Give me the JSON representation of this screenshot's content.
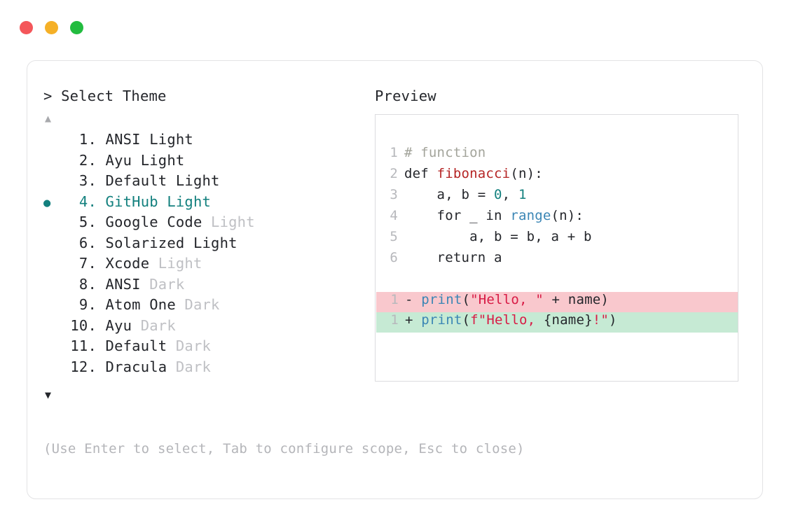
{
  "window": {
    "traffic_lights": [
      {
        "name": "close",
        "color": "#f4565a"
      },
      {
        "name": "minimize",
        "color": "#f5b027"
      },
      {
        "name": "maximize",
        "color": "#22bc3f"
      }
    ]
  },
  "picker": {
    "prompt": "> Select Theme",
    "scroll_up_glyph": "▲",
    "scroll_down_glyph": "▼",
    "selected_index": 4,
    "bullet_glyph": "●",
    "accent_color": "#13807e",
    "items": [
      {
        "num": "1.",
        "name": "ANSI",
        "variant": "Light",
        "variant_dim": false,
        "selected": false
      },
      {
        "num": "2.",
        "name": "Ayu",
        "variant": "Light",
        "variant_dim": false,
        "selected": false
      },
      {
        "num": "3.",
        "name": "Default",
        "variant": "Light",
        "variant_dim": false,
        "selected": false
      },
      {
        "num": "4.",
        "name": "GitHub",
        "variant": "Light",
        "variant_dim": false,
        "selected": true
      },
      {
        "num": "5.",
        "name": "Google Code",
        "variant": "Light",
        "variant_dim": true,
        "selected": false
      },
      {
        "num": "6.",
        "name": "Solarized",
        "variant": "Light",
        "variant_dim": false,
        "selected": false
      },
      {
        "num": "7.",
        "name": "Xcode",
        "variant": "Light",
        "variant_dim": true,
        "selected": false
      },
      {
        "num": "8.",
        "name": "ANSI",
        "variant": "Dark",
        "variant_dim": true,
        "selected": false
      },
      {
        "num": "9.",
        "name": "Atom One",
        "variant": "Dark",
        "variant_dim": true,
        "selected": false
      },
      {
        "num": "10.",
        "name": "Ayu",
        "variant": "Dark",
        "variant_dim": true,
        "selected": false
      },
      {
        "num": "11.",
        "name": "Default",
        "variant": "Dark",
        "variant_dim": true,
        "selected": false
      },
      {
        "num": "12.",
        "name": "Dracula",
        "variant": "Dark",
        "variant_dim": true,
        "selected": false
      }
    ],
    "hint": "(Use Enter to select, Tab to configure scope, Esc to close)"
  },
  "preview": {
    "label": "Preview",
    "code_lines": [
      {
        "num": "1",
        "tokens": [
          {
            "t": "# function",
            "c": "comment"
          }
        ]
      },
      {
        "num": "2",
        "tokens": [
          {
            "t": "def ",
            "c": "keyword"
          },
          {
            "t": "fibonacci",
            "c": "func"
          },
          {
            "t": "(n):",
            "c": "plain"
          }
        ]
      },
      {
        "num": "3",
        "tokens": [
          {
            "t": "    a, b = ",
            "c": "plain"
          },
          {
            "t": "0",
            "c": "number"
          },
          {
            "t": ", ",
            "c": "plain"
          },
          {
            "t": "1",
            "c": "number"
          }
        ]
      },
      {
        "num": "4",
        "tokens": [
          {
            "t": "    for _ in ",
            "c": "plain"
          },
          {
            "t": "range",
            "c": "builtin"
          },
          {
            "t": "(n):",
            "c": "plain"
          }
        ]
      },
      {
        "num": "5",
        "tokens": [
          {
            "t": "        a, b = b, a + b",
            "c": "plain"
          }
        ]
      },
      {
        "num": "6",
        "tokens": [
          {
            "t": "    return a",
            "c": "plain"
          }
        ]
      }
    ],
    "diff_lines": [
      {
        "num": "1",
        "sign": "-",
        "kind": "del",
        "bg": "#f9c8cd",
        "tokens": [
          {
            "t": "print",
            "c": "call"
          },
          {
            "t": "(",
            "c": "plain"
          },
          {
            "t": "\"Hello, \"",
            "c": "string"
          },
          {
            "t": " + name)",
            "c": "plain"
          }
        ]
      },
      {
        "num": "1",
        "sign": "+",
        "kind": "add",
        "bg": "#c6ead4",
        "tokens": [
          {
            "t": "print",
            "c": "call"
          },
          {
            "t": "(",
            "c": "plain"
          },
          {
            "t": "f\"Hello, ",
            "c": "string"
          },
          {
            "t": "{name}",
            "c": "plain"
          },
          {
            "t": "!\"",
            "c": "string"
          },
          {
            "t": ")",
            "c": "plain"
          }
        ]
      }
    ]
  }
}
